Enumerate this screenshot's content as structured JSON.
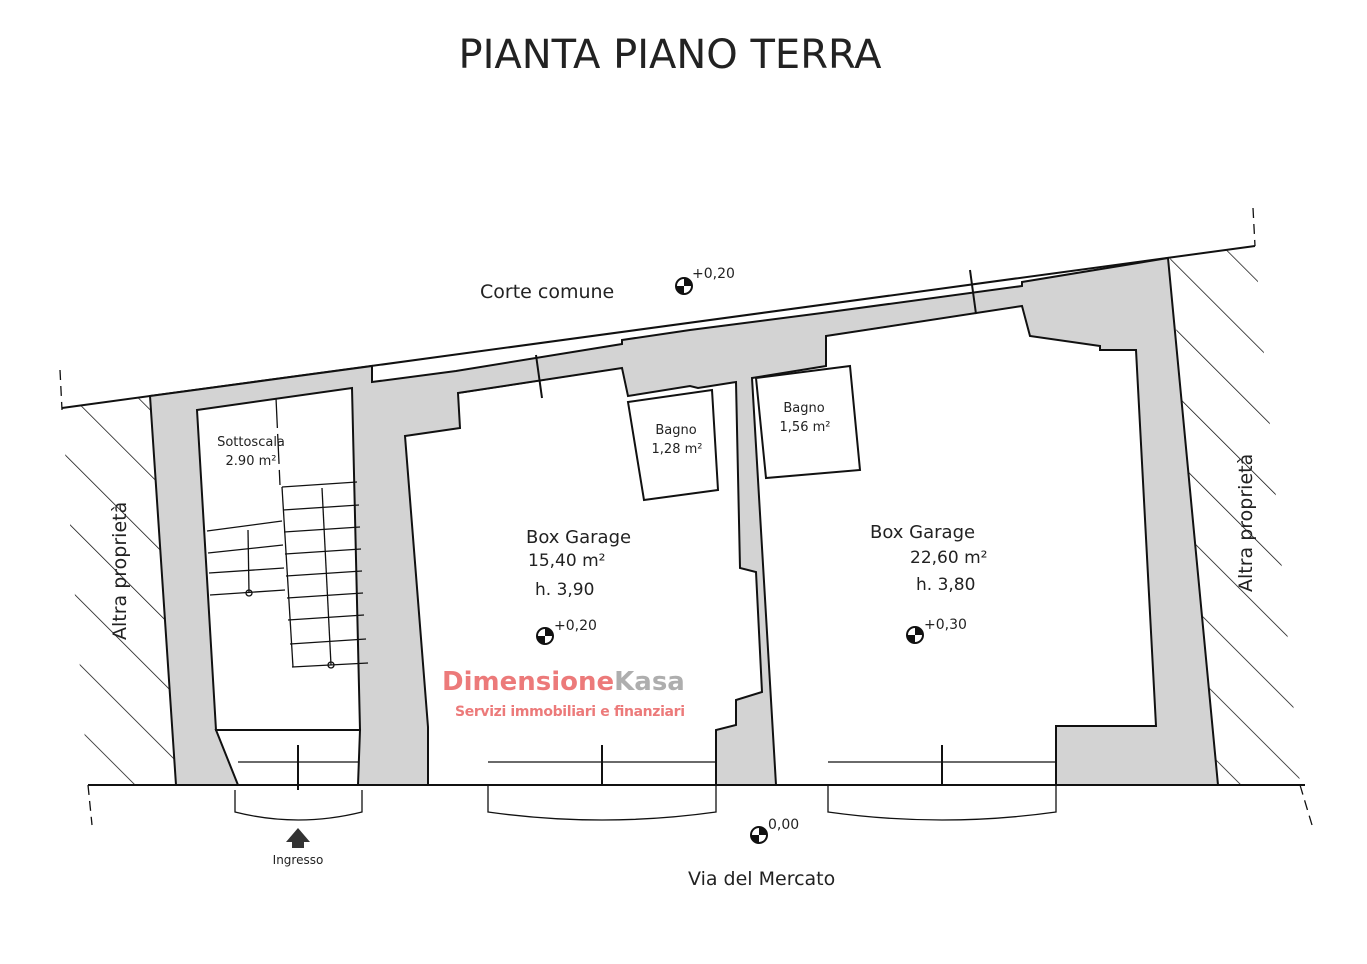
{
  "title": "PIANTA PIANO TERRA",
  "surroundings": {
    "courtyard": "Corte comune",
    "street": "Via del Mercato",
    "left_property": "Altra proprietà",
    "right_property": "Altra proprietà",
    "entrance": "Ingresso"
  },
  "rooms": [
    {
      "name": "Sottoscala",
      "area": "2.90 m²"
    },
    {
      "name": "Bagno",
      "area": "1,28 m²"
    },
    {
      "name": "Bagno",
      "area": "1,56 m²"
    },
    {
      "name": "Box Garage",
      "area": "15,40 m²",
      "height": "h. 3,90"
    },
    {
      "name": "Box Garage",
      "area": "22,60 m²",
      "height": "h. 3,80"
    }
  ],
  "elevations": {
    "courtyard": "+0,20",
    "garage1": "+0,20",
    "garage2": "+0,30",
    "street": "0,00"
  },
  "watermark": {
    "brand_a": "Dimensione",
    "brand_b": "Kasa",
    "tagline": "Servizi immobiliari e finanziari"
  },
  "colors": {
    "wall": "#d3d3d3",
    "watermark_red": "#e85a5a",
    "watermark_grey": "#9a9a9a"
  }
}
